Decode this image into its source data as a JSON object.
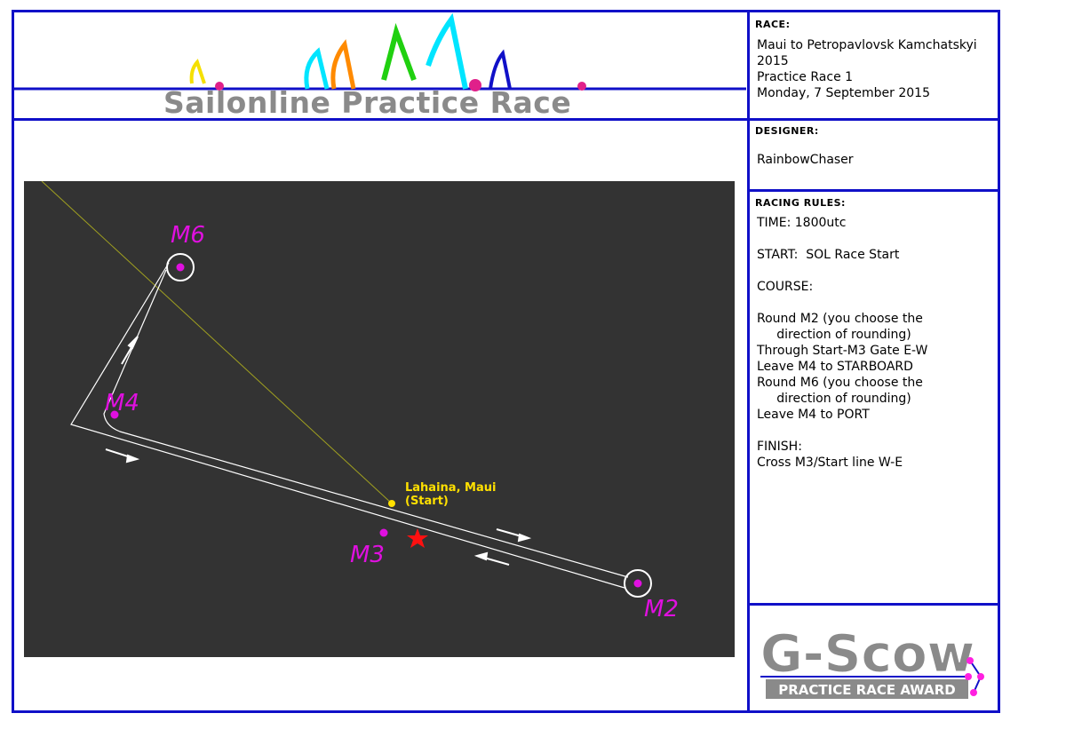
{
  "header": {
    "title": "Sailonline Practice Race"
  },
  "race": {
    "label": "RACE:",
    "lines": "Maui to Petropavlovsk Kamchatskyi\n2015\nPractice Race 1\nMonday, 7 September 2015"
  },
  "designer": {
    "label": "DESIGNER:",
    "name": "RainbowChaser"
  },
  "rules": {
    "label": "RACING RULES:",
    "lines": "TIME: 1800utc\n\nSTART:  SOL Race Start\n\nCOURSE:\n\nRound M2 (you choose the\n     direction of rounding)\nThrough Start-M3 Gate E-W\nLeave M4 to STARBOARD\nRound M6 (you choose the\n     direction of rounding)\nLeave M4 to PORT\n\nFINISH:\nCross M3/Start line W-E"
  },
  "map": {
    "marks": {
      "m6": "M6",
      "m4": "M4",
      "m3": "M3",
      "m2": "M2"
    },
    "start_label": "Lahaina, Maui",
    "start_sub": "(Start)",
    "colors": {
      "mark": "#e010e0",
      "start": "#ffe000",
      "finish_star": "#ff1010",
      "course": "#ffffff",
      "rhumb": "#a0a020"
    }
  },
  "award": {
    "title": "G-Scow",
    "subtitle": "PRACTICE RACE AWARD"
  },
  "colors": {
    "frame": "#1010c8",
    "header_text": "#8a8a8a",
    "map_bg": "#333333"
  }
}
